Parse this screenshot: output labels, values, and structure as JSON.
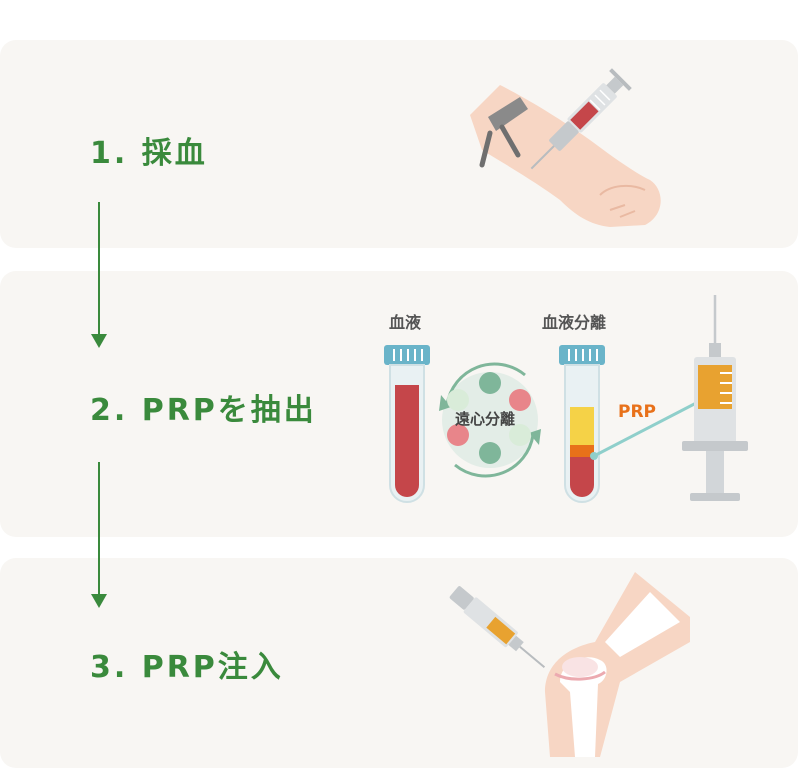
{
  "steps": [
    {
      "label": "1. 採血"
    },
    {
      "label": "2. PRPを抽出"
    },
    {
      "label": "3. PRP注入"
    }
  ],
  "diagram": {
    "blood_label": "血液",
    "separated_label": "血液分離",
    "centrifuge_label": "遠心分離",
    "prp_label": "PRP"
  },
  "colors": {
    "panel_bg": "#f8f6f3",
    "step_text": "#3a8a3c",
    "arrow": "#3a8a3c",
    "blood": "#c5464a",
    "plasma": "#f5d247",
    "prp_layer": "#e8711a",
    "tube_cap": "#6ab4c9",
    "skin": "#f7d6c4"
  },
  "icons": [
    "syringe-icon",
    "arm-icon",
    "test-tube-icon",
    "centrifuge-icon",
    "knee-icon"
  ]
}
